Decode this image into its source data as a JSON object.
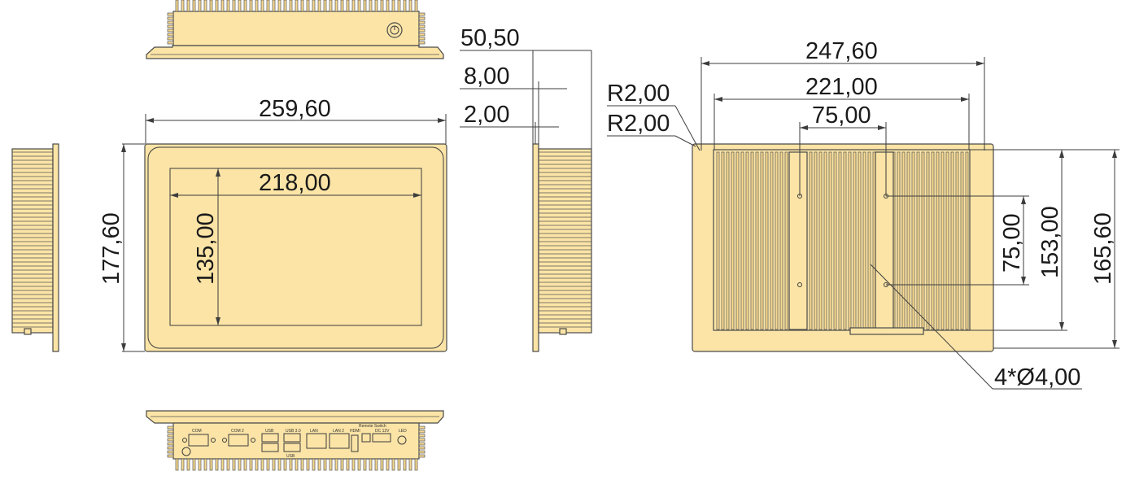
{
  "dimensions": {
    "width_front": "259,60",
    "screen_width": "218,00",
    "height_front": "177,60",
    "screen_height": "135,00",
    "depth": "50,50",
    "bezel": "8,00",
    "bezel_step": "2,00",
    "back_width": "247,60",
    "back_fins_width": "221,00",
    "vesa_width": "75,00",
    "radius_1": "R2,00",
    "radius_2": "R2,00",
    "vesa_height": "75,00",
    "back_fins_height": "153,00",
    "back_height": "165,60",
    "holes": "4*Ø4,00"
  },
  "port_labels": [
    "COM",
    "COM 2",
    "USB",
    "USB 3.0",
    "LAN",
    "LAN 2",
    "HDMI",
    "Remote Switch",
    "DC 12V",
    "USB",
    "LED"
  ],
  "colors": {
    "body": "#fbe4a6",
    "outline": "#4a4a4a",
    "fin": "#f7d98e"
  }
}
